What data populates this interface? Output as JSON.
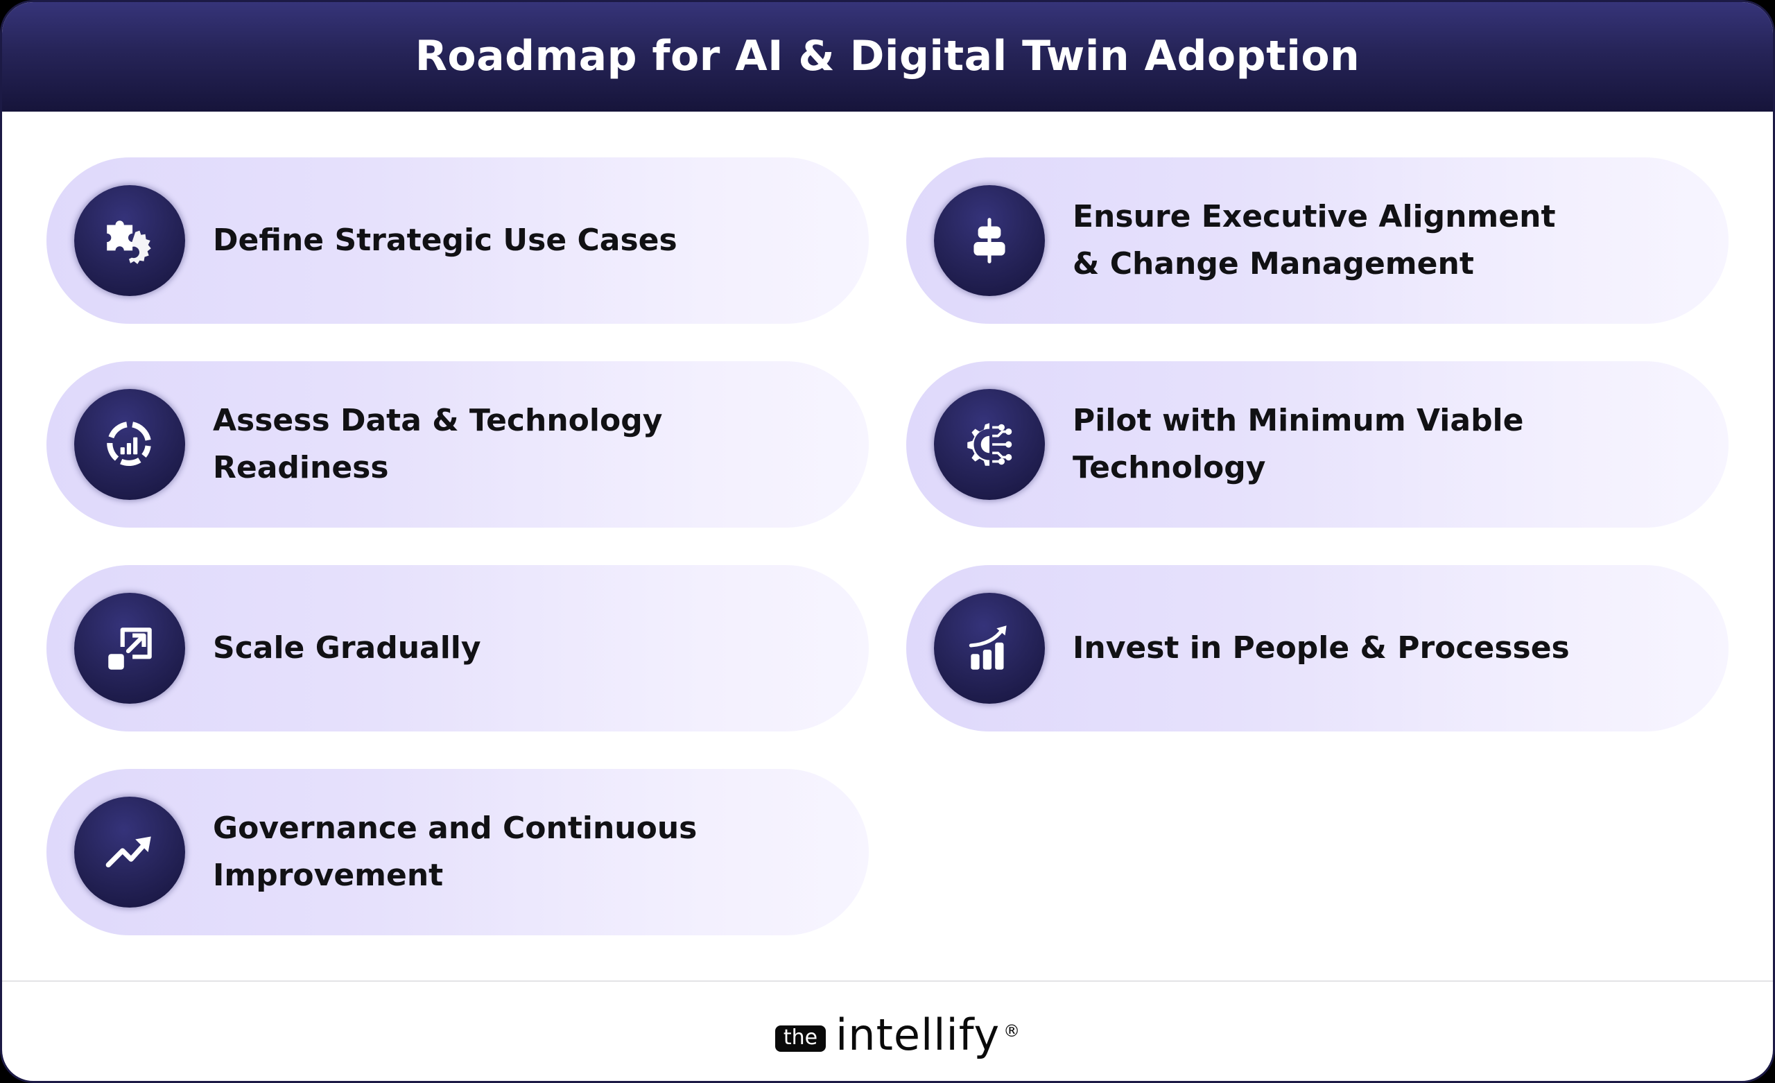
{
  "header": {
    "title": "Roadmap for AI & Digital Twin Adoption"
  },
  "colors": {
    "header_top": "#363479",
    "header_bottom": "#16143a",
    "card_start": "#dfd9fb",
    "card_end": "#f7f5ff",
    "icon_circle": "#27255c",
    "text": "#111114"
  },
  "steps": [
    {
      "label": "Define Strategic Use Cases",
      "icon": "puzzle-gear-icon"
    },
    {
      "label": "Ensure Executive Alignment & Change Management",
      "icon": "align-center-icon"
    },
    {
      "label": "Assess Data & Technology Readiness",
      "icon": "data-analytics-icon"
    },
    {
      "label": "Pilot with Minimum Viable Technology",
      "icon": "gear-circuit-icon"
    },
    {
      "label": "Scale Gradually",
      "icon": "scale-up-icon"
    },
    {
      "label": "Invest in People & Processes",
      "icon": "growth-bars-icon"
    },
    {
      "label": "Governance and Continuous Improvement",
      "icon": "trend-up-icon"
    }
  ],
  "footer": {
    "logo_prefix": "the",
    "logo_word": "intellify",
    "logo_mark": "®"
  }
}
